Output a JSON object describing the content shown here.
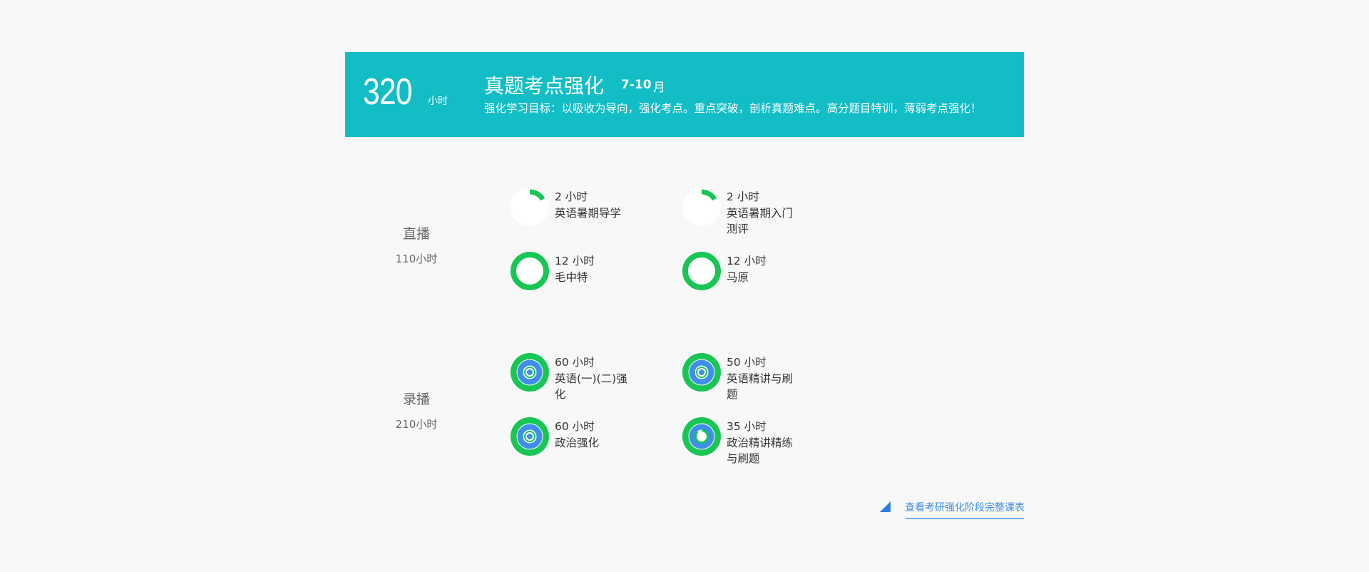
{
  "banner": {
    "total_hours": "320",
    "hours_unit": "小时",
    "title": "真题考点强化",
    "months": "7-10",
    "month_unit": "月",
    "goal": "强化学习目标：以吸收为导向，强化考点。重点突破，剖析真题难点。高分题目特训，薄弱考点强化！",
    "bg_color": "#12bdc6"
  },
  "sections": [
    {
      "name": "直播",
      "total": "110小时",
      "items": [
        {
          "hours": "2 小时",
          "title": "英语暑期导学",
          "ring": "partial"
        },
        {
          "hours": "2 小时",
          "title": "英语暑期入门测评",
          "ring": "partial"
        },
        {
          "hours": "12 小时",
          "title": "毛中特",
          "ring": "full"
        },
        {
          "hours": "12 小时",
          "title": "马原",
          "ring": "full"
        }
      ]
    },
    {
      "name": "录播",
      "total": "210小时",
      "items": [
        {
          "hours": "60 小时",
          "title": "英语(一)(二)强化",
          "ring": "multi"
        },
        {
          "hours": "50 小时",
          "title": "英语精讲与刷题",
          "ring": "multi"
        },
        {
          "hours": "60 小时",
          "title": "政治强化",
          "ring": "multi"
        },
        {
          "hours": "35 小时",
          "title": "政治精讲精练与刷题",
          "ring": "multi-partial"
        }
      ]
    }
  ],
  "colors": {
    "green": "#17c653",
    "blue": "#3f8ee8",
    "link": "#3b8ee6"
  },
  "footer_link": {
    "label": "查看考研强化阶段完整课表"
  }
}
